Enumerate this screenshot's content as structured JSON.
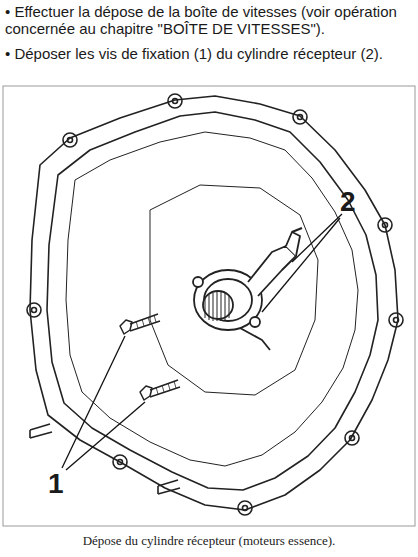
{
  "diagram": {
    "caption": "Dépose du cylindre récepteur (moteurs essence).",
    "labels": [
      "• Effectuer la dépose de la boîte de vitesses (voir opération concernée au chapitre \"BOÎTE DE VITESSES\").",
      "• Déposer les vis de fixation (1) du cylindre récepteur (2).",
      "2",
      "1"
    ]
  }
}
